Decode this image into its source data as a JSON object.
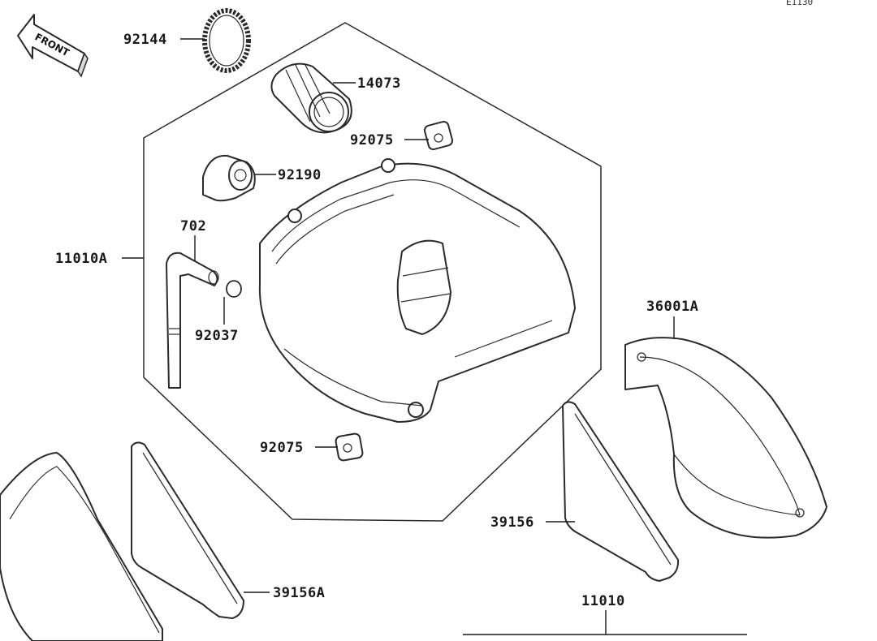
{
  "diagram": {
    "reference_code": "E1130",
    "front_label": "FRONT",
    "callouts": [
      {
        "id": "c-92144",
        "text": "92144"
      },
      {
        "id": "c-14073",
        "text": "14073"
      },
      {
        "id": "c-92075-top",
        "text": "92075"
      },
      {
        "id": "c-92190",
        "text": "92190"
      },
      {
        "id": "c-702",
        "text": "702"
      },
      {
        "id": "c-11010A",
        "text": "11010A"
      },
      {
        "id": "c-92037",
        "text": "92037"
      },
      {
        "id": "c-92075-bottom",
        "text": "92075"
      },
      {
        "id": "c-36001A",
        "text": "36001A"
      },
      {
        "id": "c-39156",
        "text": "39156"
      },
      {
        "id": "c-39156A",
        "text": "39156A"
      },
      {
        "id": "c-11010",
        "text": "11010"
      }
    ]
  }
}
